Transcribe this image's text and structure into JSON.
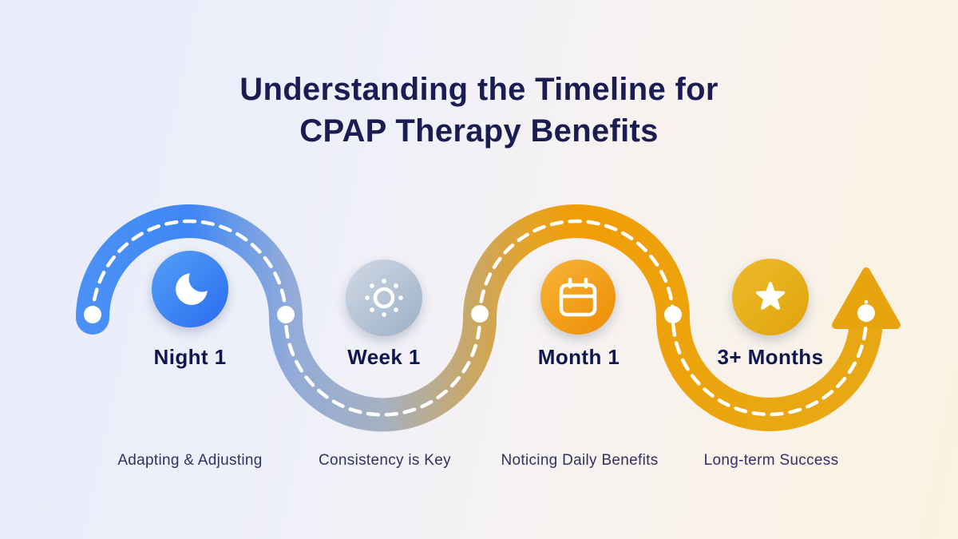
{
  "title": {
    "line1": "Understanding the Timeline for",
    "line2": "CPAP Therapy Benefits"
  },
  "timeline": {
    "milestones": [
      {
        "label": "Night 1",
        "caption": "Adapting & Adjusting",
        "icon": "moon-icon",
        "circle_color_start": "#55a0f8",
        "circle_color_end": "#2a6bef"
      },
      {
        "label": "Week 1",
        "caption": "Consistency is Key",
        "icon": "sun-icon",
        "circle_color_start": "#d2d9e5",
        "circle_color_end": "#9ab0c6"
      },
      {
        "label": "Month 1",
        "caption": "Noticing Daily Benefits",
        "icon": "calendar-icon",
        "circle_color_start": "#f7b43a",
        "circle_color_end": "#ee8c02"
      },
      {
        "label": "3+ Months",
        "caption": "Long-term Success",
        "icon": "star-icon",
        "circle_color_start": "#eebb2b",
        "circle_color_end": "#dfa30c"
      }
    ],
    "road": {
      "style": "s-curve path with white dashed centerline, white waypoint dots and upward arrow end",
      "color_blue": "#3f86f5",
      "color_gray": "#a5b1c2",
      "color_gold": "#cda75c",
      "color_orange": "#f19d04",
      "arrow_color": "#e8a40f",
      "dash_color": "#ffffff"
    },
    "background": {
      "left_color": "#e9ebf9",
      "right_color": "#fbf2e0"
    },
    "text_colors": {
      "title": "#1b1d52",
      "label": "#10174e",
      "caption": "#33315f"
    }
  }
}
